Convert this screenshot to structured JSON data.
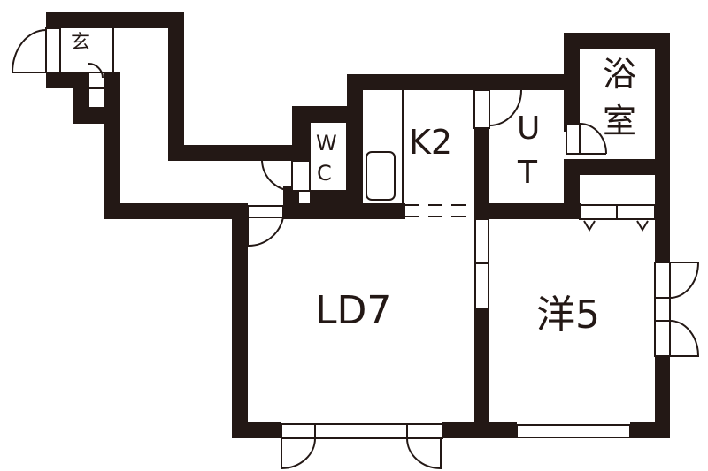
{
  "floor_plan": {
    "title": "",
    "wall_color": "#231815",
    "rooms": [
      {
        "id": "genkan",
        "label": "玄",
        "meaning": "entrance"
      },
      {
        "id": "wc",
        "label_line1": "W",
        "label_line2": "C"
      },
      {
        "id": "kitchen",
        "label": "K2"
      },
      {
        "id": "utility",
        "label_line1": "U",
        "label_line2": "T"
      },
      {
        "id": "bath",
        "label_line1": "浴",
        "label_line2": "室"
      },
      {
        "id": "living-dining",
        "label": "LD7"
      },
      {
        "id": "western-room",
        "label": "洋5"
      }
    ]
  }
}
